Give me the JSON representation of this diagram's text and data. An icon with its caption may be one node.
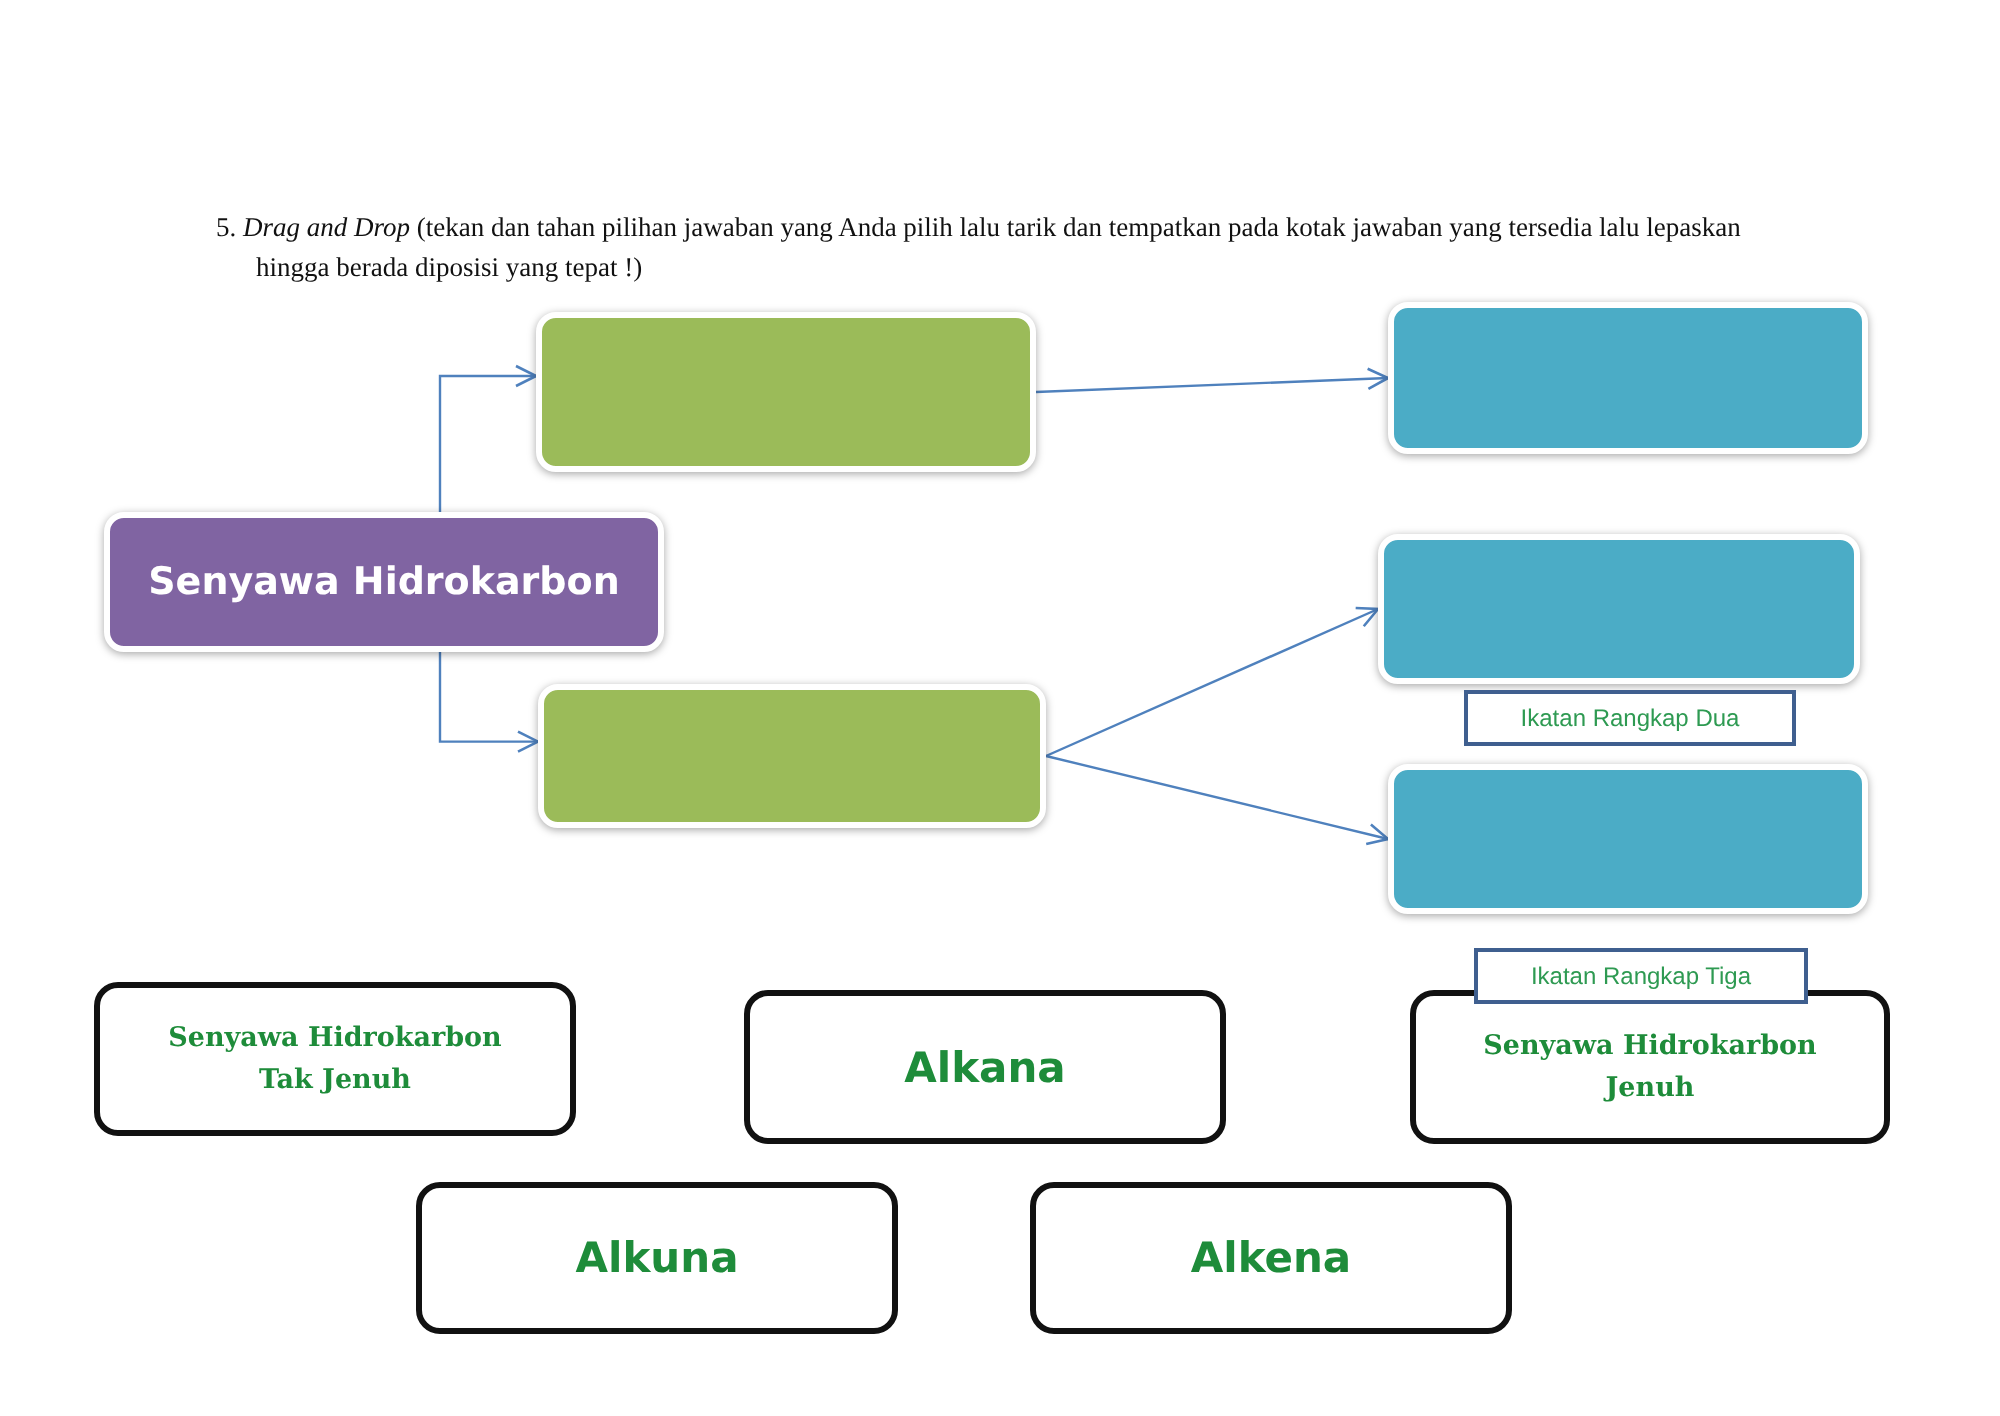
{
  "diagram": {
    "title": "5. *Drag and Drop* (tekan dan tahan pilihan jawaban yang Anda pilih lalu tarik dan tempatkan pada kotak jawaban yang tersedia lalu lepaskan hingga berada diposisi yang tepat !)",
    "nodes": [
      {
        "text": [
          "Senyawa Hidrokarbon"
        ]
      },
      {
        "text": [],
        "shape": "box"
      },
      {
        "text": [],
        "shape": "box"
      },
      {
        "text": [],
        "shape": "box"
      },
      {
        "text": [],
        "shape": "box"
      },
      {
        "text": [],
        "shape": "box"
      },
      {
        "text": [
          "Ikatan Rangkap Dua"
        ]
      },
      {
        "text": [
          "Ikatan Rangkap Tiga"
        ]
      },
      {
        "text": [
          "Senyawa Hidrokarbon Tak Jenuh"
        ]
      },
      {
        "text": [
          "Alkana"
        ]
      },
      {
        "text": [
          "Senyawa Hidrokarbon Jenuh"
        ]
      },
      {
        "text": [
          "Alkuna"
        ]
      },
      {
        "text": [
          "Alkena"
        ]
      }
    ],
    "edges": [
      {
        "from": 0,
        "to": 1,
        "arrow": "to"
      },
      {
        "from": 0,
        "to": 2,
        "arrow": "to"
      },
      {
        "from": 1,
        "to": 3,
        "arrow": "to"
      },
      {
        "from": 2,
        "to": 4,
        "arrow": "to"
      },
      {
        "from": 2,
        "to": 5,
        "arrow": "to"
      }
    ]
  }
}
